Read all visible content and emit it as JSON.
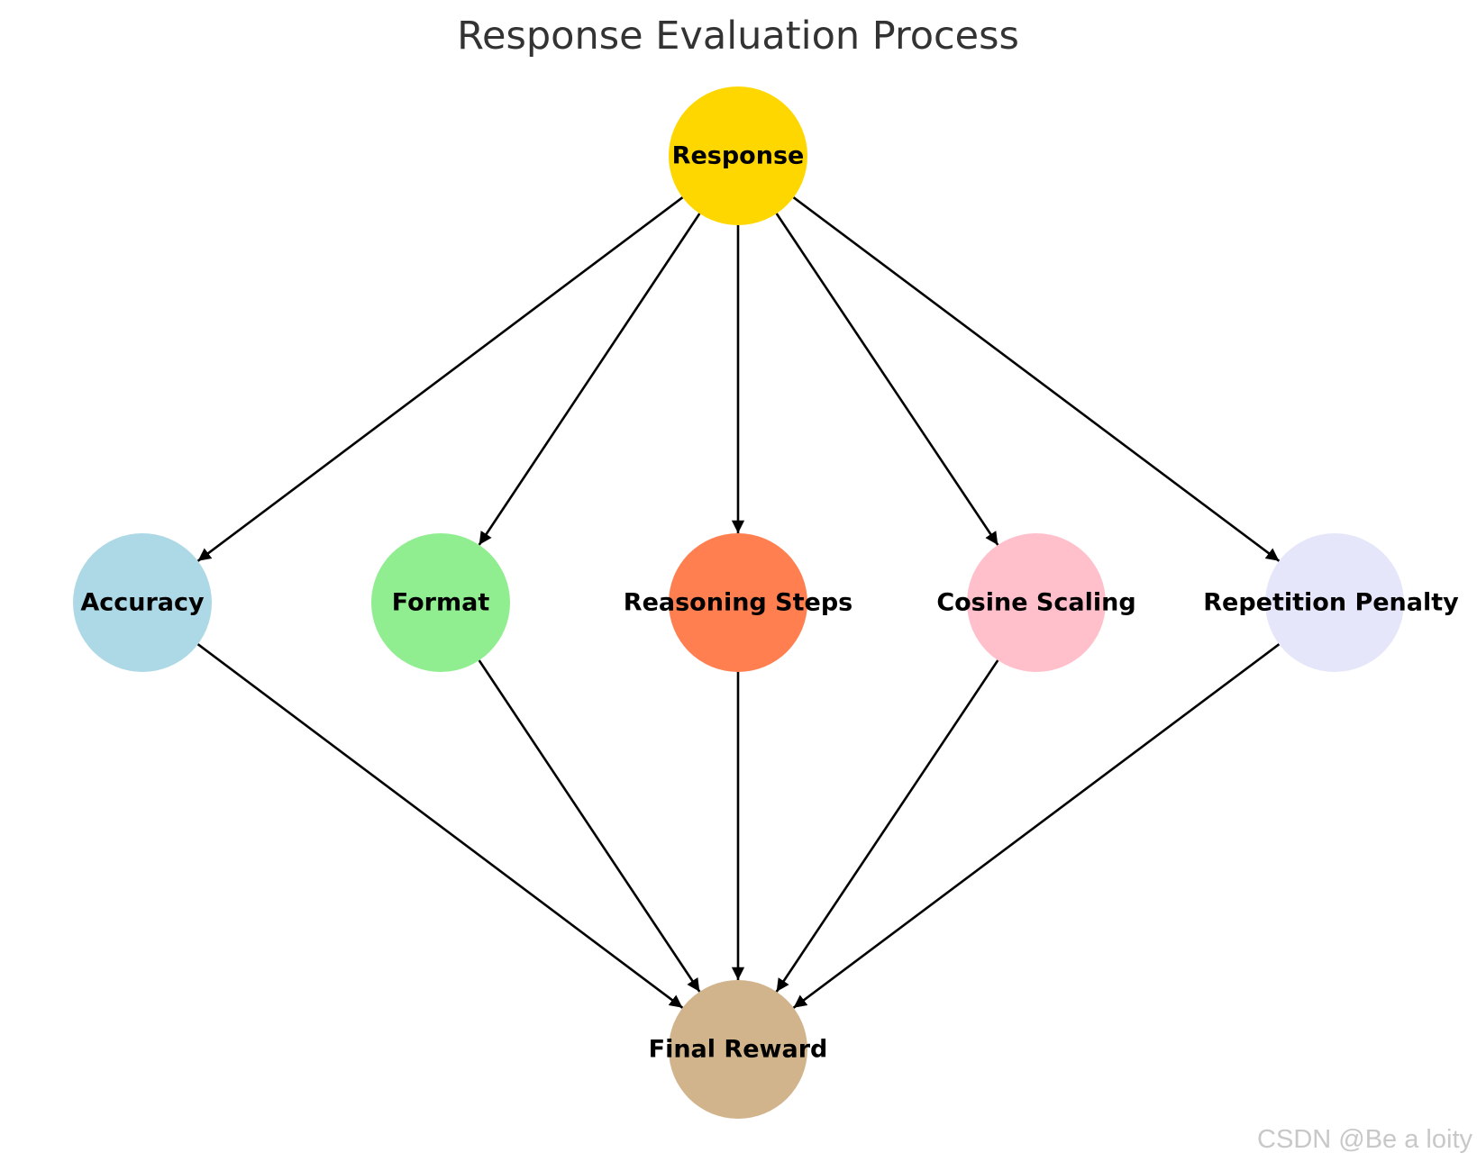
{
  "title": "Response Evaluation Process",
  "watermark": "CSDN @Be a loity",
  "nodes": {
    "response": {
      "label": "Response",
      "color": "#FFD700"
    },
    "accuracy": {
      "label": "Accuracy",
      "color": "#ADD8E6"
    },
    "format": {
      "label": "Format",
      "color": "#90EE90"
    },
    "reasoning_steps": {
      "label": "Reasoning Steps",
      "color": "#FF7F50"
    },
    "cosine_scaling": {
      "label": "Cosine Scaling",
      "color": "#FFC0CB"
    },
    "repetition_penalty": {
      "label": "Repetition Penalty",
      "color": "#E6E6FA"
    },
    "final_reward": {
      "label": "Final Reward",
      "color": "#D2B48C"
    }
  },
  "edges": [
    {
      "from": "response",
      "to": "accuracy"
    },
    {
      "from": "response",
      "to": "format"
    },
    {
      "from": "response",
      "to": "reasoning_steps"
    },
    {
      "from": "response",
      "to": "cosine_scaling"
    },
    {
      "from": "response",
      "to": "repetition_penalty"
    },
    {
      "from": "accuracy",
      "to": "final_reward"
    },
    {
      "from": "format",
      "to": "final_reward"
    },
    {
      "from": "reasoning_steps",
      "to": "final_reward"
    },
    {
      "from": "cosine_scaling",
      "to": "final_reward"
    },
    {
      "from": "repetition_penalty",
      "to": "final_reward"
    }
  ]
}
